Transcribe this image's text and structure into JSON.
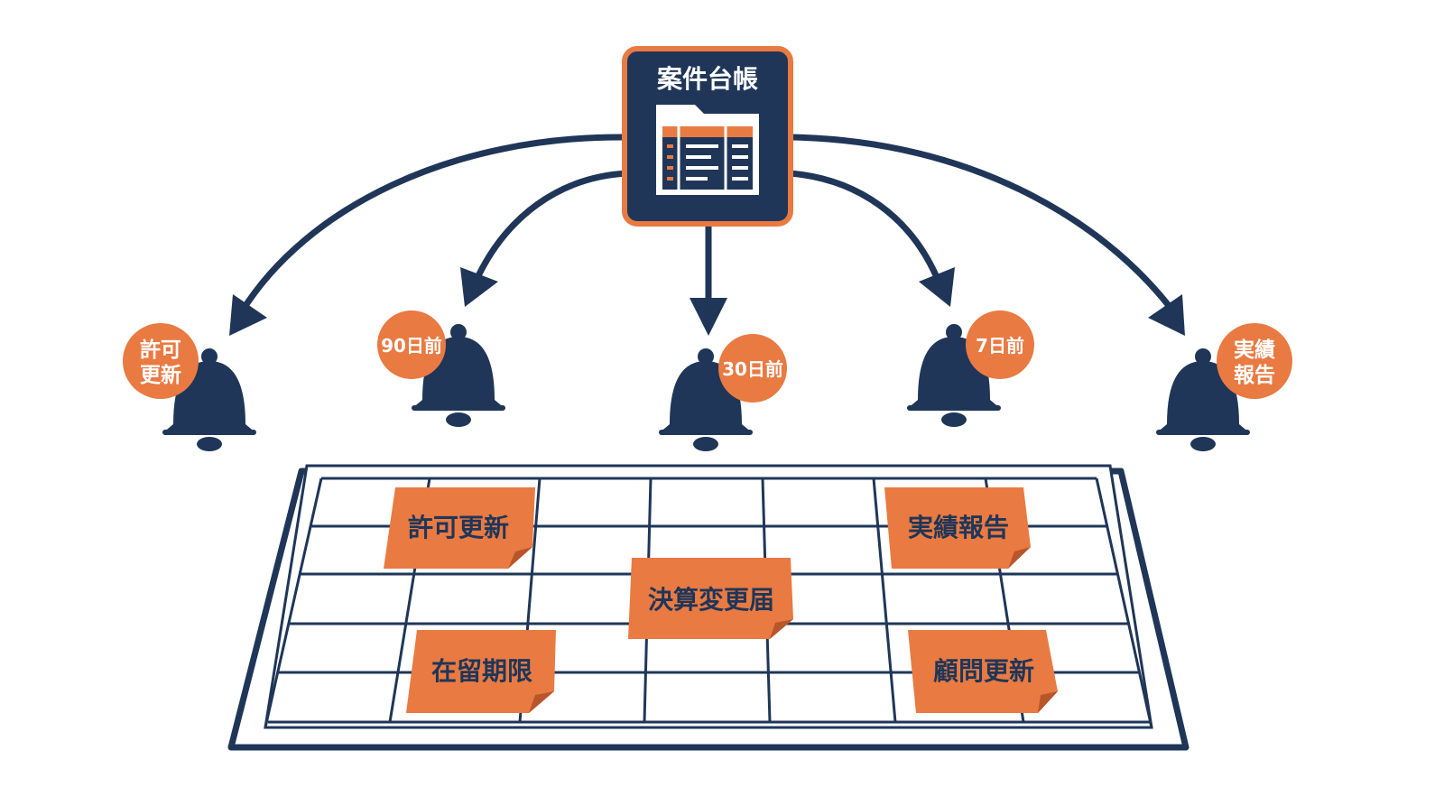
{
  "colors": {
    "navy": "#1f3658",
    "orange": "#e97a42",
    "orange_dark": "#b8552a",
    "white": "#ffffff"
  },
  "ledger": {
    "title": "案件台帳",
    "icon": "folder-table-icon"
  },
  "reminders": [
    {
      "label_lines": [
        "許可",
        "更新"
      ]
    },
    {
      "label_lines": [
        "90日前"
      ]
    },
    {
      "label_lines": [
        "30日前"
      ]
    },
    {
      "label_lines": [
        "7日前"
      ]
    },
    {
      "label_lines": [
        "実績",
        "報告"
      ]
    }
  ],
  "calendar": {
    "notes": [
      {
        "text": "許可更新"
      },
      {
        "text": "実績報告"
      },
      {
        "text": "決算変更届"
      },
      {
        "text": "在留期限"
      },
      {
        "text": "顧問更新"
      }
    ]
  }
}
